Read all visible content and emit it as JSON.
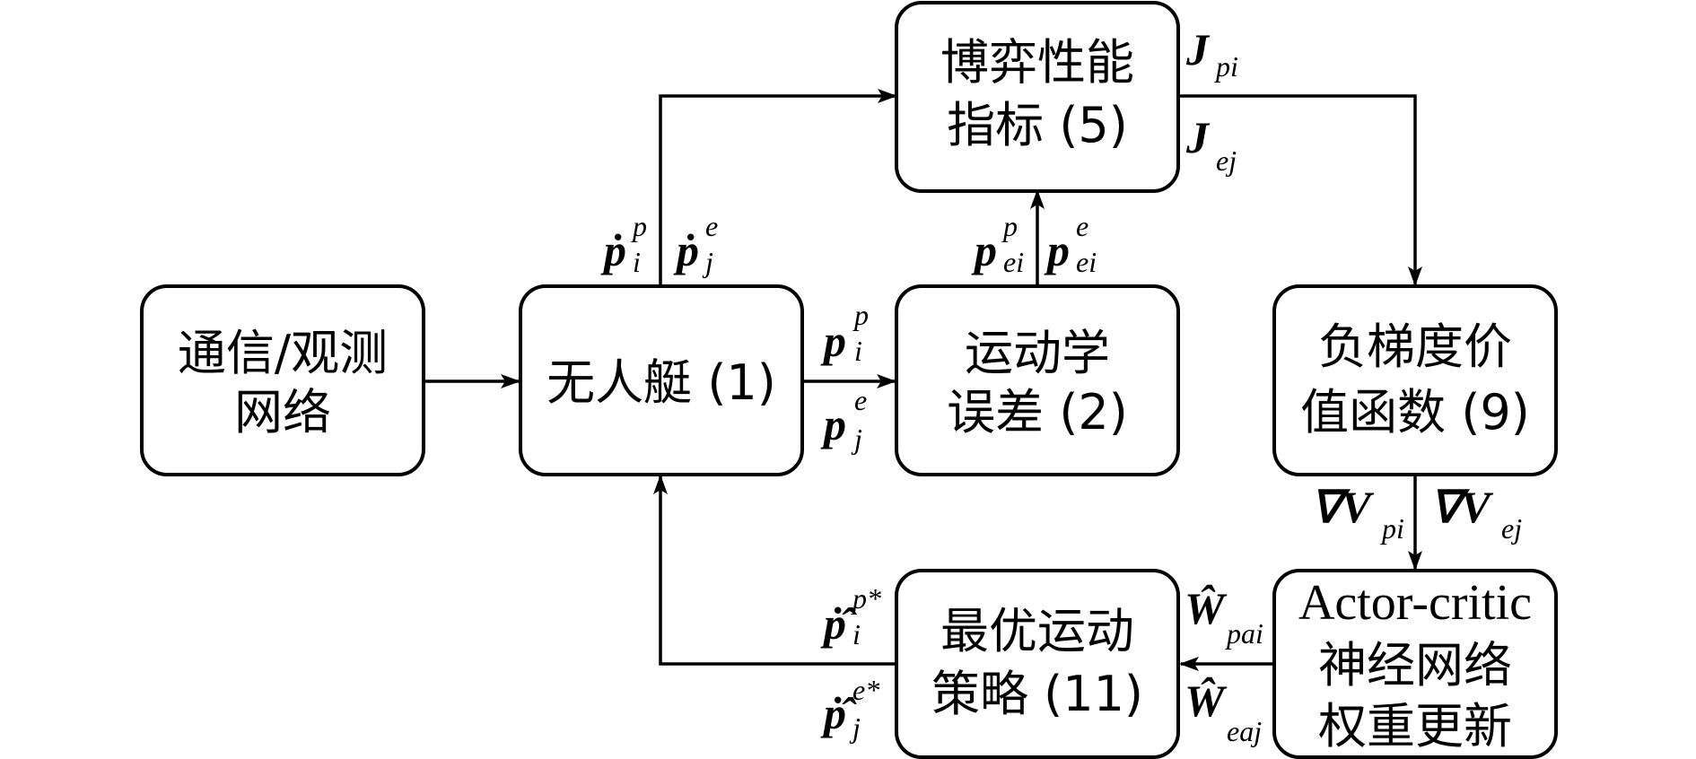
{
  "colors": {
    "stroke": "#000000",
    "background": "#ffffff"
  },
  "boxes": {
    "comm": {
      "line1": "通信/观测",
      "line2": "网络"
    },
    "usv": {
      "line1": "无人艇 (1)"
    },
    "kin": {
      "line1": "运动学",
      "line2": "误差 (2)"
    },
    "perf": {
      "line1": "博弈性能",
      "line2": "指标 (5)"
    },
    "neg": {
      "line1": "负梯度价",
      "line2": "值函数 (9)"
    },
    "ac": {
      "line1": "Actor-critic",
      "line2": "神经网络",
      "line3": "权重更新"
    },
    "opt": {
      "line1": "最优运动",
      "line2": "策略 (11)"
    }
  },
  "labels": {
    "pdot_pi": {
      "base": "ṗ",
      "sup": "p",
      "sub": "i"
    },
    "pdot_ej": {
      "base": "ṗ",
      "sup": "e",
      "sub": "j"
    },
    "p_pei": {
      "base": "p",
      "sup": "p",
      "sub": "ei"
    },
    "p_eei": {
      "base": "p",
      "sup": "e",
      "sub": "ei"
    },
    "p_pi": {
      "base": "p",
      "sup": "p",
      "sub": "i"
    },
    "p_ej": {
      "base": "p",
      "sup": "e",
      "sub": "j"
    },
    "J_pi": {
      "base": "J",
      "sub": "pi"
    },
    "J_ej": {
      "base": "J",
      "sub": "ej"
    },
    "gradV_pi": {
      "base": "∇V",
      "sub": "pi"
    },
    "gradV_ej": {
      "base": "∇V",
      "sub": "ej"
    },
    "W_pai": {
      "base": "Ŵ",
      "sub": "pai"
    },
    "W_eaj": {
      "base": "Ŵ",
      "sub": "eaj"
    },
    "phat_pi": {
      "base": "ṗ̂",
      "sup": "p*",
      "sub": "i"
    },
    "phat_ej": {
      "base": "ṗ̂",
      "sup": "e*",
      "sub": "j"
    }
  }
}
